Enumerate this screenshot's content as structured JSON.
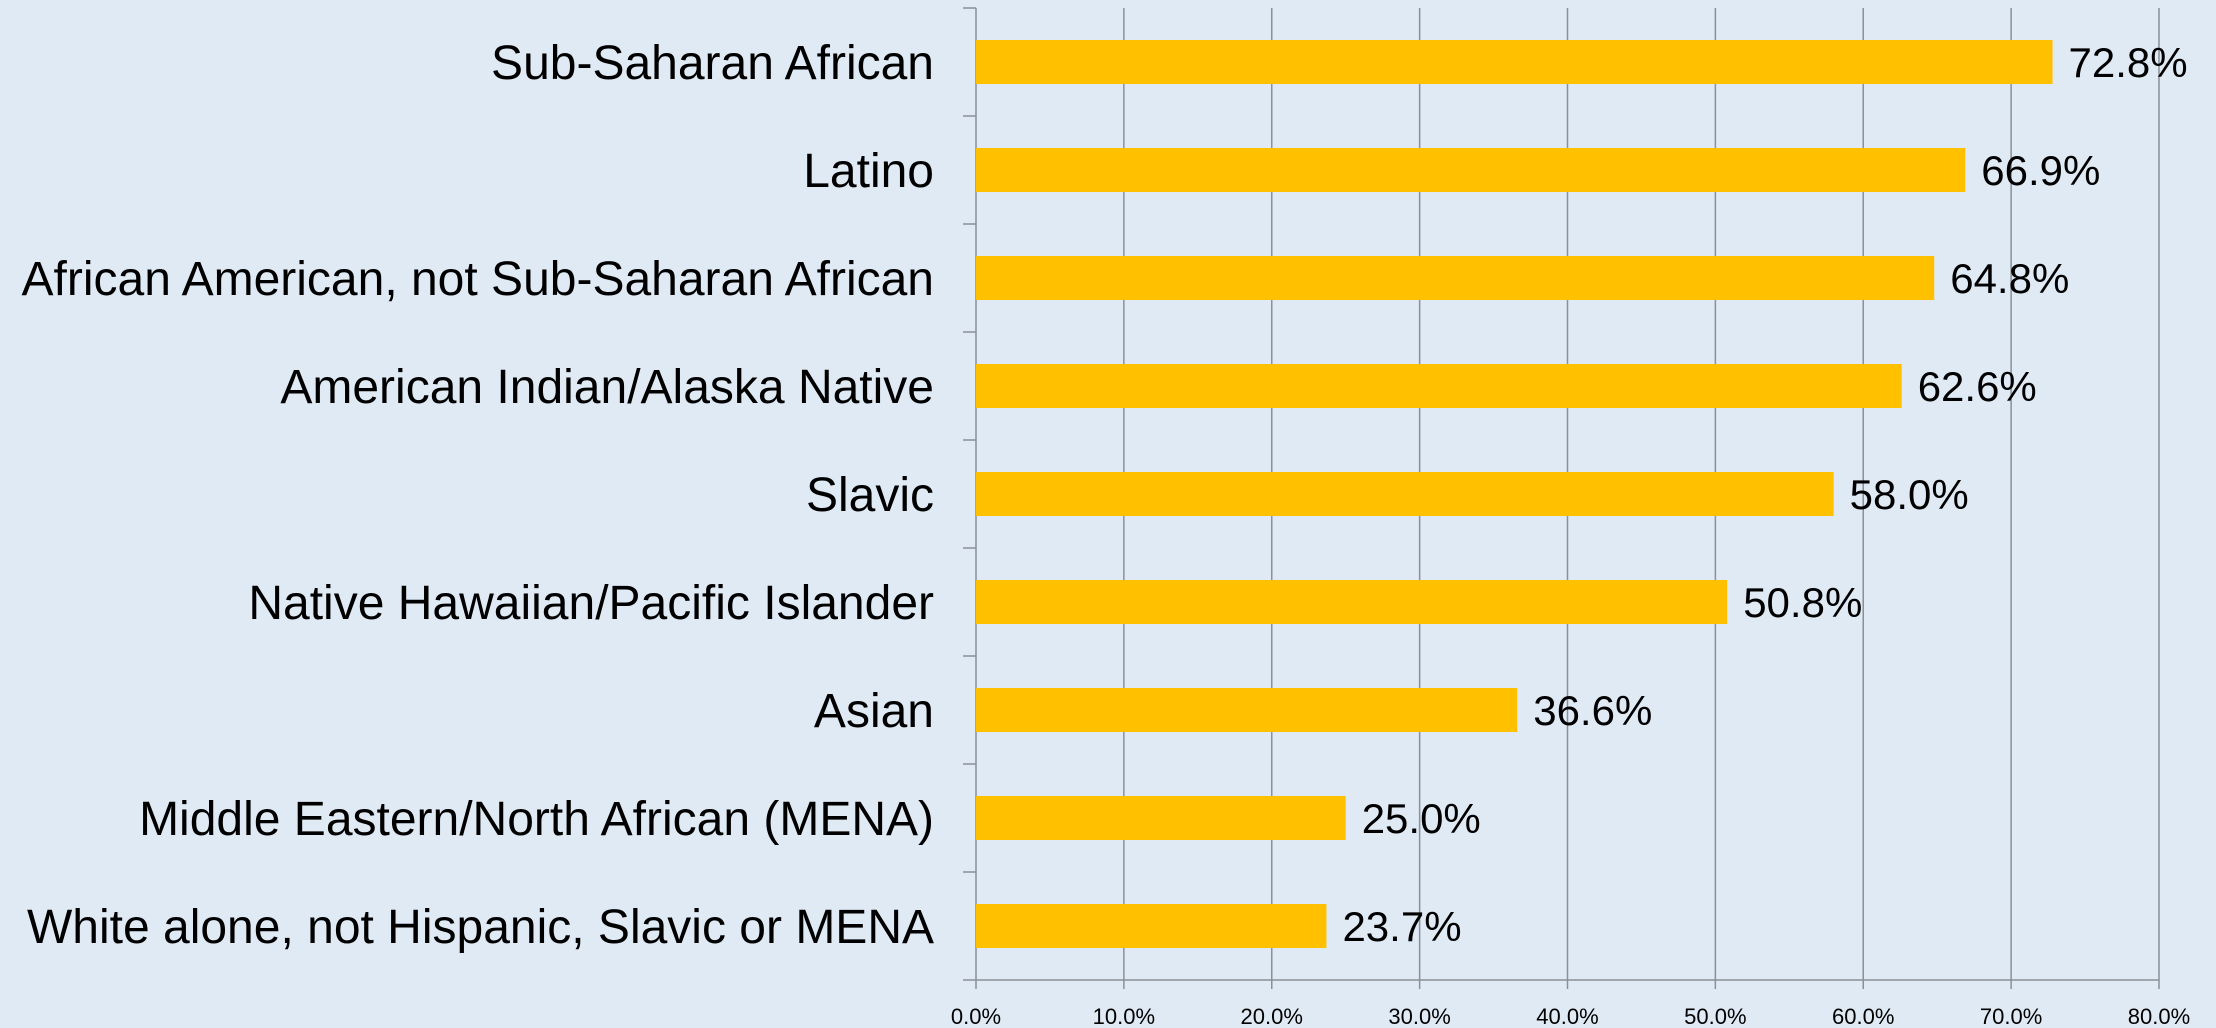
{
  "chart_data": {
    "type": "bar",
    "orientation": "horizontal",
    "categories": [
      "Sub-Saharan African",
      "Latino",
      "African American, not Sub-Saharan African",
      "American Indian/Alaska Native",
      "Slavic",
      "Native Hawaiian/Pacific Islander",
      "Asian",
      "Middle Eastern/North African (MENA)",
      "White alone, not Hispanic, Slavic or MENA"
    ],
    "values": [
      72.8,
      66.9,
      64.8,
      62.6,
      58.0,
      50.8,
      36.6,
      25.0,
      23.7
    ],
    "value_labels": [
      "72.8%",
      "66.9%",
      "64.8%",
      "62.6%",
      "58.0%",
      "50.8%",
      "36.6%",
      "25.0%",
      "23.7%"
    ],
    "xlim": [
      0,
      80
    ],
    "x_ticks": [
      "0.0%",
      "10.0%",
      "20.0%",
      "30.0%",
      "40.0%",
      "50.0%",
      "60.0%",
      "70.0%",
      "80.0%"
    ],
    "title": "",
    "xlabel": "",
    "ylabel": "",
    "grid": "vertical",
    "legend": "none",
    "bar_color": "#ffc000",
    "background_color": "#dfeaf5",
    "grid_color": "#8a9096"
  }
}
